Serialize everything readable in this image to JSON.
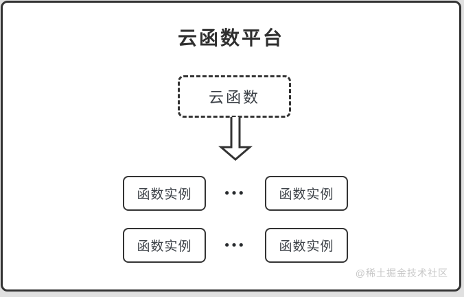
{
  "diagram": {
    "title": "云函数平台",
    "cloud_function": {
      "label": "云函数"
    },
    "ellipsis": "•••",
    "instances": [
      {
        "label": "函数实例"
      },
      {
        "label": "函数实例"
      },
      {
        "label": "函数实例"
      },
      {
        "label": "函数实例"
      }
    ],
    "icons": {
      "flow_arrow": "arrow-down"
    },
    "watermark": "@稀土掘金技术社区",
    "colors": {
      "border": "#333333",
      "title_text": "#2f2f2f",
      "label_text": "#3a3f45",
      "ellipsis_dots": "#26292c",
      "watermark_text": "#c8c8c8",
      "card_background": "#ffffff",
      "page_background": "#e0e0e0"
    }
  }
}
